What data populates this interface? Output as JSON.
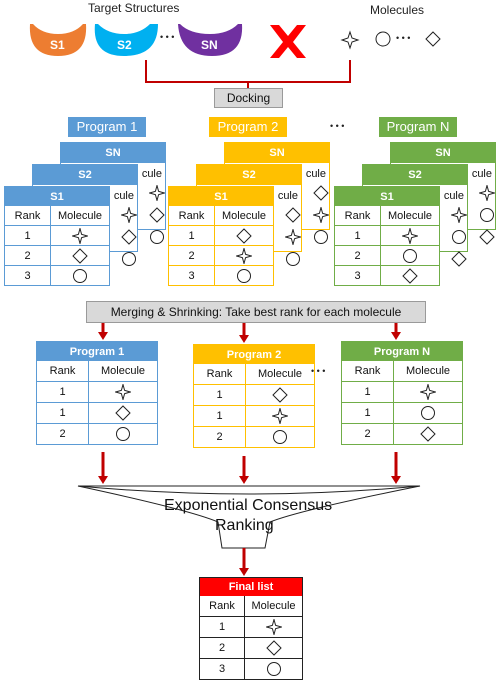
{
  "header": {
    "targets_label": "Target Structures",
    "molecules_label": "Molecules",
    "targets": [
      "S1",
      "S2",
      "SN"
    ],
    "target_dots": "• • •",
    "molecule_dots": "• • •"
  },
  "docking": {
    "label": "Docking"
  },
  "programs": [
    "Program 1",
    "Program 2",
    "Program N"
  ],
  "program_dots": "• • •",
  "stack_headers": [
    "SN",
    "S2",
    "S1"
  ],
  "columns": {
    "rank": "Rank",
    "molecule": "Molecule"
  },
  "stack_back_fragments": [
    "cule",
    "cule"
  ],
  "stack_tables": [
    {
      "ranks": [
        "1",
        "2",
        "3"
      ],
      "molecules": [
        "star",
        "diamond",
        "circle"
      ]
    },
    {
      "ranks": [
        "1",
        "2",
        "3"
      ],
      "molecules": [
        "diamond",
        "star",
        "circle"
      ]
    },
    {
      "ranks": [
        "1",
        "2",
        "3"
      ],
      "molecules": [
        "star",
        "circle",
        "diamond"
      ]
    }
  ],
  "merging": {
    "label": "Merging & Shrinking: Take best rank for each molecule"
  },
  "merged_tables": [
    {
      "title": "Program 1",
      "ranks": [
        "1",
        "1",
        "2"
      ],
      "molecules": [
        "star",
        "diamond",
        "circle"
      ]
    },
    {
      "title": "Program 2",
      "ranks": [
        "1",
        "1",
        "2"
      ],
      "molecules": [
        "diamond",
        "star",
        "circle"
      ]
    },
    {
      "title": "Program N",
      "ranks": [
        "1",
        "1",
        "2"
      ],
      "molecules": [
        "star",
        "circle",
        "diamond"
      ]
    }
  ],
  "merged_dots": "• • •",
  "consensus": {
    "line1": "Exponential Consensus",
    "line2": "Ranking"
  },
  "final": {
    "title": "Final list",
    "ranks": [
      "1",
      "2",
      "3"
    ],
    "molecules": [
      "star",
      "diamond",
      "circle"
    ]
  },
  "colors": {
    "program1": "#5b9bd5",
    "program2": "#ffc000",
    "programN": "#70ad47",
    "target_s1": "#ed7d31",
    "target_s2": "#00b0f0",
    "target_sn": "#7030a0",
    "arrow": "#c00000",
    "bracket": "#c00000",
    "final_header": "#ff0000",
    "cross": "#ff0000"
  },
  "icons": {
    "star": "four-point-star-icon",
    "diamond": "diamond-icon",
    "circle": "circle-icon",
    "cross": "red-cross-icon"
  }
}
